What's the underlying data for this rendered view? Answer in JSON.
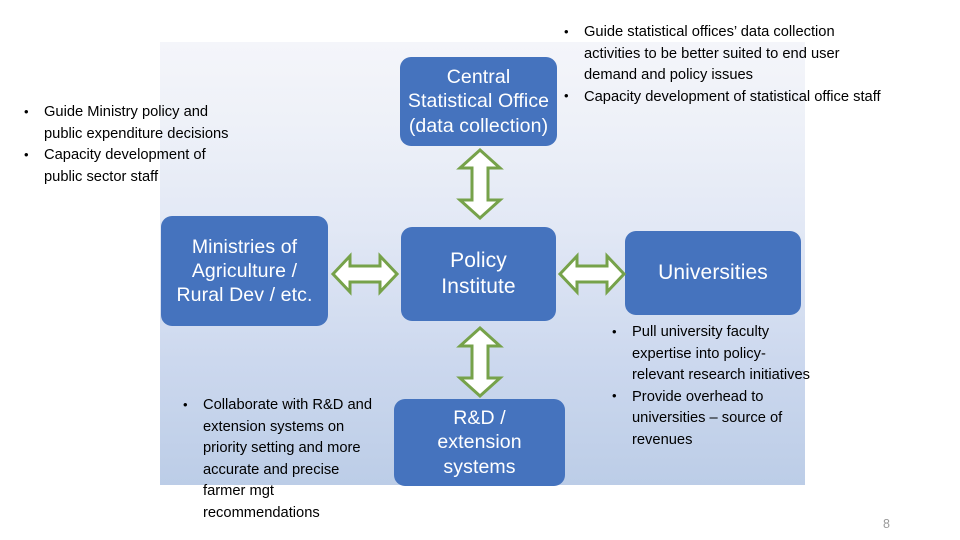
{
  "slide": {
    "page_number": "8",
    "colors": {
      "box_fill": "#4573be",
      "box_text": "#ffffff",
      "arrow_outline": "#76a24a",
      "arrow_fill": "#ffffff",
      "panel_gradient_top": "#f4f5fa",
      "panel_gradient_bottom": "#bccde7",
      "page_number_color": "#9a9a9a"
    }
  },
  "boxes": {
    "central_statistical_office": {
      "name": "Central Statistical Office (data collection)",
      "lines": [
        "Central",
        "Statistical Office",
        "(data collection)"
      ]
    },
    "ministries": {
      "name": "Ministries of Agriculture / Rural Dev / etc.",
      "lines": [
        "Ministries of",
        "Agriculture /",
        "Rural Dev / etc."
      ]
    },
    "policy_institute": {
      "name": "Policy Institute",
      "lines": [
        "Policy",
        "Institute"
      ]
    },
    "universities": {
      "name": "Universities",
      "lines": [
        "Universities"
      ]
    },
    "rd_extension": {
      "name": "R&D / extension systems",
      "lines": [
        "R&D /",
        "extension",
        "systems"
      ]
    }
  },
  "annotations": {
    "left": {
      "target": "ministries",
      "items": [
        "Guide Ministry policy and public expenditure decisions",
        "Capacity development of public sector staff"
      ]
    },
    "top_right": {
      "target": "central_statistical_office",
      "items": [
        "Guide statistical offices’ data collection activities to be better suited to end user demand and policy issues",
        "Capacity development of statistical office staff"
      ]
    },
    "bottom_right": {
      "target": "universities",
      "items": [
        "Pull university faculty expertise into policy-relevant research initiatives",
        "Provide overhead to universities – source of revenues"
      ]
    },
    "bottom_left": {
      "target": "rd_extension",
      "items": [
        "Collaborate with R&D and extension systems on priority setting and more accurate and precise farmer mgt recommendations"
      ]
    }
  },
  "arrows": [
    {
      "id": "cso-policy",
      "direction": "vertical-double",
      "from": "central_statistical_office",
      "to": "policy_institute"
    },
    {
      "id": "policy-rd",
      "direction": "vertical-double",
      "from": "policy_institute",
      "to": "rd_extension"
    },
    {
      "id": "ministries-policy",
      "direction": "horizontal-double",
      "from": "ministries",
      "to": "policy_institute"
    },
    {
      "id": "policy-universities",
      "direction": "horizontal-double",
      "from": "policy_institute",
      "to": "universities"
    }
  ]
}
